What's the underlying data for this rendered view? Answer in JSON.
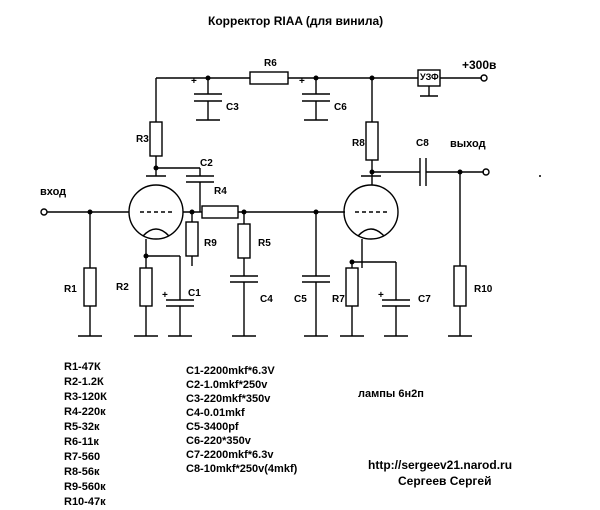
{
  "title": "Корректор RIAA (для винила)",
  "terminals": {
    "input": "вход",
    "output": "выход",
    "supply": "+300в"
  },
  "regulator": "УЗФ",
  "components": {
    "R1": "R1",
    "R2": "R2",
    "R3": "R3",
    "R4": "R4",
    "R5": "R5",
    "R6": "R6",
    "R7": "R7",
    "R8": "R8",
    "R9": "R9",
    "R10": "R10",
    "C1": "C1",
    "C2": "C2",
    "C3": "C3",
    "C4": "C4",
    "C5": "C5",
    "C6": "C6",
    "C7": "C7",
    "C8": "C8"
  },
  "resistor_list": [
    "R1-47К",
    "R2-1.2К",
    "R3-120К",
    "R4-220к",
    "R5-32к",
    "R6-11к",
    "R7-560",
    "R8-56к",
    "R9-560к",
    "R10-47к"
  ],
  "capacitor_list": [
    "C1-2200mkf*6.3V",
    "C2-1.0mkf*250v",
    "C3-220mkf*350v",
    "C4-0.01mkf",
    "C5-3400pf",
    "C6-220*350v",
    "C7-2200mkf*6.3v",
    "C8-10mkf*250v(4mkf)"
  ],
  "tubes_note": "лампы 6н2п",
  "url": "http://sergeev21.narod.ru",
  "author": "Сергеев Сергей"
}
